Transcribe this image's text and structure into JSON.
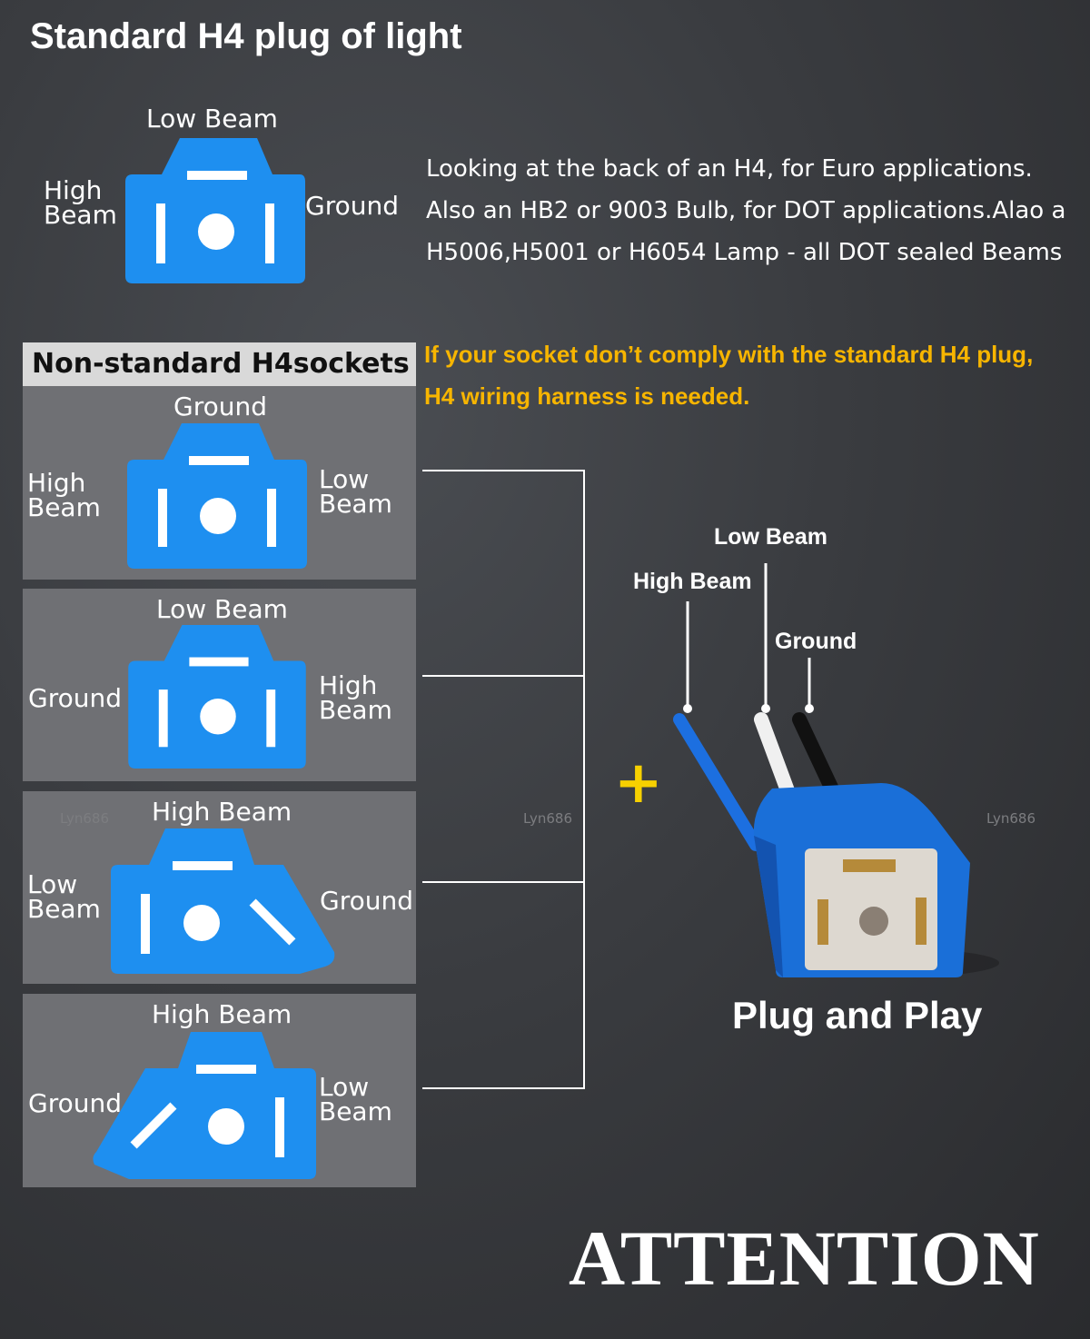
{
  "title": "Standard H4 plug of light",
  "standard": {
    "top": "Low Beam",
    "left": "High\nBeam",
    "right": "Ground"
  },
  "description": [
    "Looking at the back of an H4, for Euro applications.",
    "Also an HB2 or 9003 Bulb, for DOT applications.Alao a",
    "H5006,H5001 or H6054  Lamp - all DOT sealed Beams"
  ],
  "warning": [
    "If your socket don’t comply with the standard H4 plug,",
    "H4 wiring harness is needed."
  ],
  "nonstandard_header": "Non-standard H4sockets",
  "sockets": [
    {
      "top": "Ground",
      "left": "High\nBeam",
      "right": "Low\nBeam"
    },
    {
      "top": "Low Beam",
      "left": "Ground",
      "right": "High\nBeam"
    },
    {
      "top": "High Beam",
      "left": "Low\nBeam",
      "right": "Ground"
    },
    {
      "top": "High Beam",
      "left": "Ground",
      "right": "Low\nBeam"
    }
  ],
  "plus_sign": "+",
  "harness": {
    "low_beam": "Low Beam",
    "high_beam": "High Beam",
    "ground": "Ground"
  },
  "watermark": "Lyn686",
  "plug_and_play": "Plug and Play",
  "attention": "ATTENTION",
  "colors": {
    "socket_blue": "#1e8ff0",
    "warning_yellow": "#f7b500",
    "plus_yellow": "#f7d000",
    "panel_gray": "#6f7074",
    "header_gray": "#d9d9d9"
  }
}
